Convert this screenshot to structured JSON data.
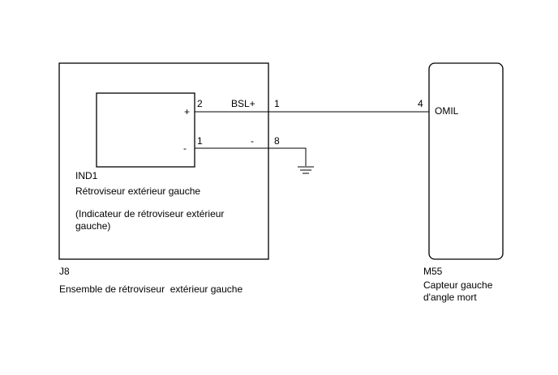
{
  "assembly": {
    "connector": "J8",
    "name": "Ensemble de rétroviseur  extérieur gauche",
    "component": {
      "id": "IND1",
      "name": "Rétroviseur extérieur gauche",
      "note_line1": "(Indicateur de rétroviseur extérieur",
      "note_line2": "gauche)",
      "plus_sign": "+",
      "minus_sign": "-",
      "pin_plus": "2",
      "pin_minus": "1"
    },
    "terminal_top": "1",
    "terminal_bottom": "8"
  },
  "wires": {
    "signal_label": "BSL+",
    "ground_label": "-"
  },
  "sensor": {
    "connector": "M55",
    "name_line1": "Capteur gauche",
    "name_line2": "d'angle mort",
    "pin": "4",
    "pin_label": "OMIL"
  }
}
